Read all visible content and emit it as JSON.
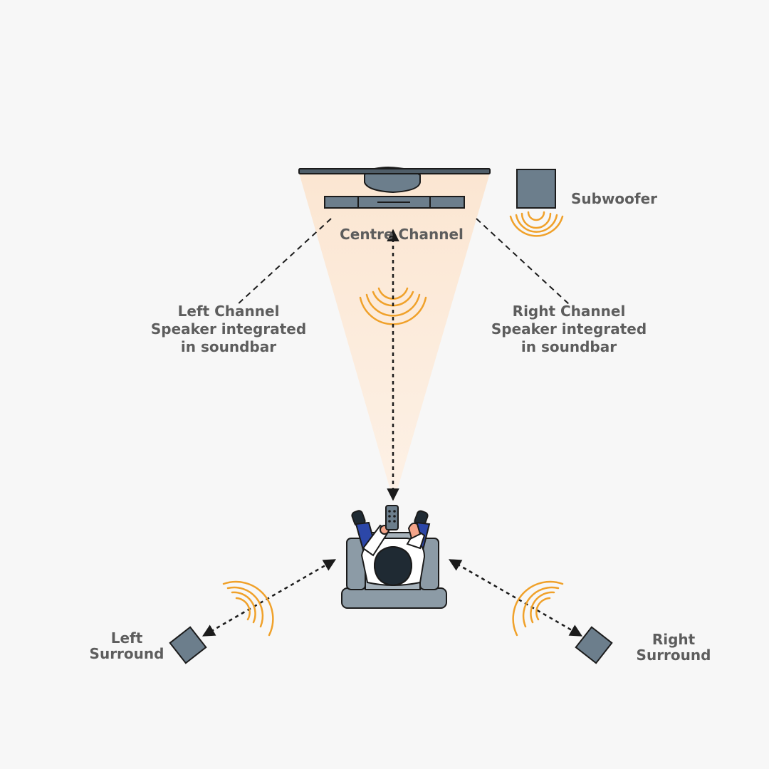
{
  "labels": {
    "subwoofer": "Subwoofer",
    "centre_channel": "Centre Channel",
    "left_channel": [
      "Left Channel",
      "Speaker integrated",
      "in soundbar"
    ],
    "right_channel": [
      "Right Channel",
      "Speaker integrated",
      "in soundbar"
    ],
    "left_surround": [
      "Left",
      "Surround"
    ],
    "right_surround": [
      "Right",
      "Surround"
    ]
  },
  "colors": {
    "background": "#f7f7f7",
    "label_text": "#5d5d5d",
    "speaker_fill": "#6c7e8c",
    "sound_wave": "#f0a12a",
    "listening_cone": "#fdeee0",
    "chair": "#8c9ba6",
    "person_legs": "#2c47a8",
    "person_hair": "#1f2a33",
    "outline": "#1b1b1b"
  },
  "icons": {
    "tv": "tv-icon",
    "soundbar": "soundbar-icon",
    "subwoofer": "subwoofer-icon",
    "surround_speaker": "speaker-icon",
    "listener": "person-on-chair-icon",
    "remote": "remote-control-icon",
    "sound_waves": "sound-waves-icon"
  }
}
